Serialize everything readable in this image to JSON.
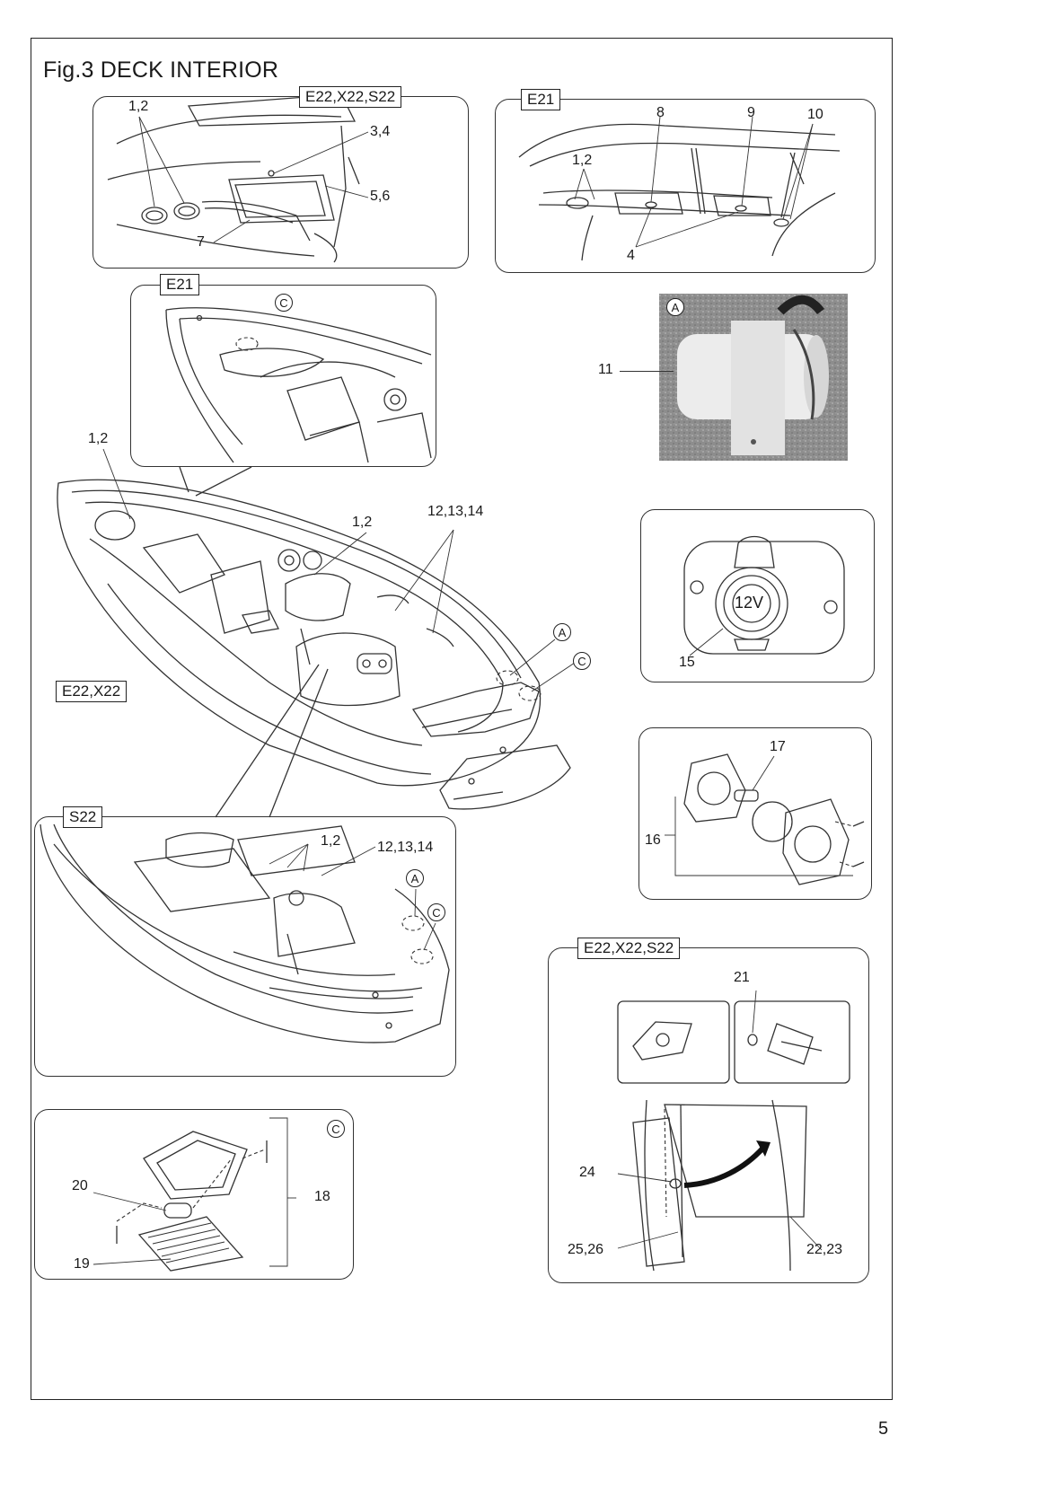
{
  "title": "Fig.3 DECK INTERIOR",
  "page_number": "5",
  "tags": {
    "top_left": "E22,X22,S22",
    "top_right": "E21",
    "mid_left": "E21",
    "main_boat": "E22,X22",
    "lower_boat": "S22",
    "door": "E22,X22,S22"
  },
  "circle_refs": {
    "a": "A",
    "c": "C"
  },
  "socket_text": "12V",
  "labels": {
    "tl_1_2": "1,2",
    "tl_3_4": "3,4",
    "tl_5_6": "5,6",
    "tl_7": "7",
    "tr_1_2": "1,2",
    "tr_8": "8",
    "tr_9": "9",
    "tr_10": "10",
    "tr_4": "4",
    "ml_1_2": "1,2",
    "main_1_2": "1,2",
    "main_12_13_14": "12,13,14",
    "photo_11": "11",
    "socket_15": "15",
    "fuse_16": "16",
    "fuse_17": "17",
    "s22_1_2": "1,2",
    "s22_12_13_14": "12,13,14",
    "light_18": "18",
    "light_19": "19",
    "light_20": "20",
    "door_21": "21",
    "door_22_23": "22,23",
    "door_24": "24",
    "door_25_26": "25,26"
  }
}
